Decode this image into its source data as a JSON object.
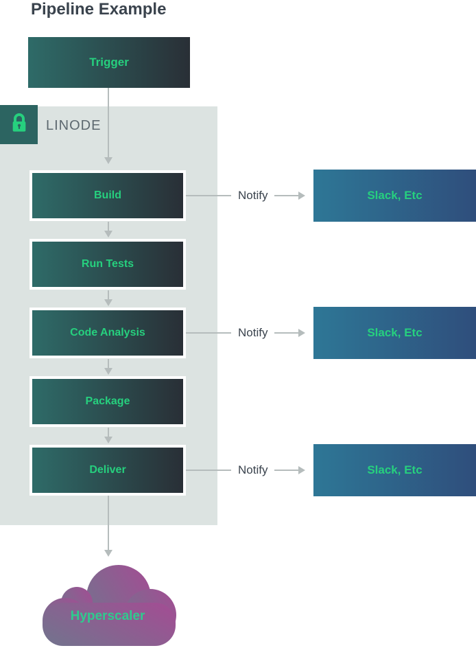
{
  "title": "Pipeline Example",
  "trigger": {
    "label": "Trigger"
  },
  "linode_group": {
    "label": "LINODE"
  },
  "pipeline_steps": [
    {
      "label": "Build"
    },
    {
      "label": "Run Tests"
    },
    {
      "label": "Code Analysis"
    },
    {
      "label": "Package"
    },
    {
      "label": "Deliver"
    }
  ],
  "notify_rows": [
    {
      "label": "Notify",
      "target": "Slack, Etc"
    },
    {
      "label": "Notify",
      "target": "Slack, Etc"
    },
    {
      "label": "Notify",
      "target": "Slack, Etc"
    }
  ],
  "hyperscaler": {
    "label": "Hyperscaler"
  },
  "colors": {
    "accent_green": "#26d07e",
    "box_gradient_start": "#2e6b68",
    "box_gradient_end": "#292f36",
    "slack_gradient_start": "#2e7796",
    "slack_gradient_end": "#2f4e7c",
    "cloud_gradient_start": "#75718e",
    "cloud_gradient_end": "#a04f93",
    "container_bg": "#dce3e1",
    "lock_tile_bg": "#2c6461",
    "arrow_gray": "#b5bcbc",
    "title_text": "#3a434d",
    "linode_text": "#5d686f"
  }
}
